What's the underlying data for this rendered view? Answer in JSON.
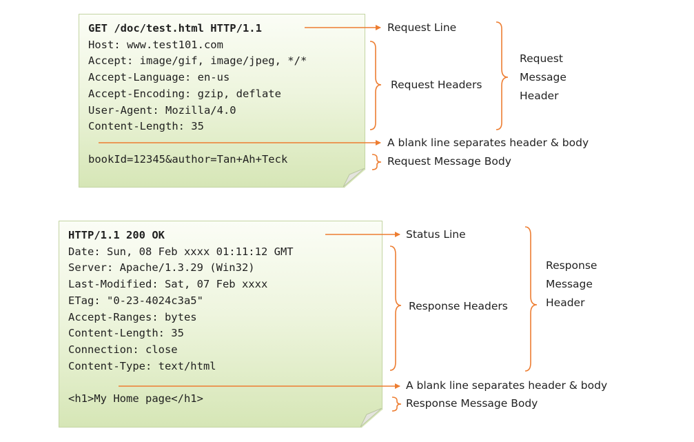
{
  "request": {
    "request_line": "GET /doc/test.html HTTP/1.1",
    "headers": [
      "Host: www.test101.com",
      "Accept: image/gif, image/jpeg, */*",
      "Accept-Language: en-us",
      "Accept-Encoding: gzip, deflate",
      "User-Agent: Mozilla/4.0",
      "Content-Length: 35"
    ],
    "body": "bookId=12345&author=Tan+Ah+Teck",
    "labels": {
      "request_line": "Request Line",
      "request_headers": "Request Headers",
      "message_header": [
        "Request",
        "Message",
        "Header"
      ],
      "blank_line": "A blank line separates header & body",
      "message_body": "Request Message Body"
    }
  },
  "response": {
    "status_line": "HTTP/1.1 200 OK",
    "headers": [
      "Date: Sun, 08 Feb xxxx 01:11:12 GMT",
      "Server: Apache/1.3.29 (Win32)",
      "Last-Modified: Sat, 07 Feb xxxx",
      "ETag: \"0-23-4024c3a5\"",
      "Accept-Ranges: bytes",
      "Content-Length: 35",
      "Connection: close",
      "Content-Type: text/html"
    ],
    "body": "<h1>My Home page</h1>",
    "labels": {
      "status_line": "Status Line",
      "response_headers": "Response Headers",
      "message_header": [
        "Response",
        "Message",
        "Header"
      ],
      "blank_line": "A blank line separates header & body",
      "message_body": "Response Message Body"
    }
  },
  "colors": {
    "arrow": "#ed7d31",
    "note_top": "#fbfdf6",
    "note_bottom": "#d6e6b6",
    "note_border": "#c3d4a2",
    "fold": "#e4e4dd"
  }
}
